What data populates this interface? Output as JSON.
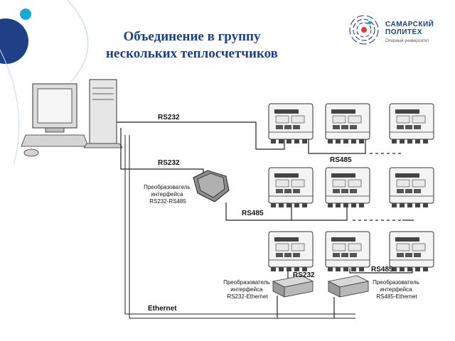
{
  "title": {
    "line1": "Объединение в группу",
    "line2": "нескольких теплосчетчиков"
  },
  "logo": {
    "line1": "САМАРСКИЙ",
    "line2": "ПОЛИТЕХ",
    "line3": "Опорный университет"
  },
  "diagram": {
    "label_rs232_top": "RS232",
    "label_rs232_mid": "RS232",
    "label_rs485_row1": "RS485",
    "label_rs485_row2": "RS485",
    "label_rs232_row3": "RS232",
    "label_rs485_row3": "RS485",
    "label_ethernet": "Ethernet",
    "converter1": [
      "Преобразователь",
      "интерфейса",
      "RS232-RS485"
    ],
    "converter2": [
      "Преобразователь",
      "интерфейса",
      "RS232-Ethernet"
    ],
    "converter3": [
      "Преобразователь",
      "интерфейса",
      "RS485-Ethernet"
    ]
  },
  "colors": {
    "title": "#1f3f86",
    "accent_circle": "#1f3f86",
    "accent_dot": "#19a9d9"
  }
}
